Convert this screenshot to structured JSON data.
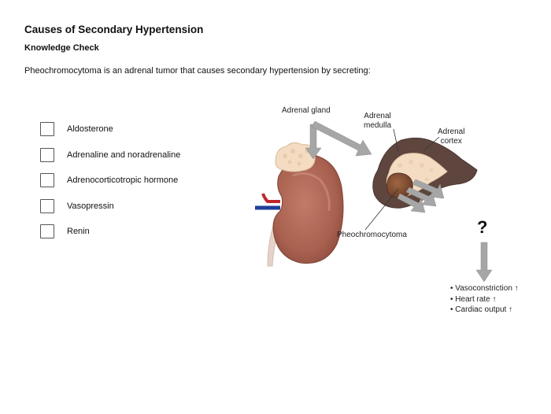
{
  "header": {
    "title": "Causes of Secondary Hypertension",
    "subtitle": "Knowledge Check"
  },
  "question": "Pheochromocytoma is an adrenal tumor that causes secondary hypertension by secreting:",
  "options": [
    {
      "label": "Aldosterone",
      "checked": false
    },
    {
      "label": "Adrenaline and noradrenaline",
      "checked": false
    },
    {
      "label": "Adrenocorticotropic hormone",
      "checked": false
    },
    {
      "label": "Vasopressin",
      "checked": false
    },
    {
      "label": "Renin",
      "checked": false
    }
  ],
  "figure": {
    "labels": {
      "adrenal_gland": "Adrenal gland",
      "adrenal_medulla": "Adrenal\nmedulla",
      "adrenal_cortex": "Adrenal\ncortex",
      "pheochromocytoma": "Pheochromocytoma"
    },
    "question_mark": "?",
    "effects": [
      "• Vasoconstriction ↑",
      "• Heart rate ↑",
      "• Cardiac output ↑"
    ],
    "colors": {
      "kidney": "#a8604f",
      "adrenal": "#f3dcc2",
      "cortex": "#5e463f",
      "tumor": "#7a4a32",
      "arrow": "#a6a6a6",
      "artery": "#c0262c",
      "vein": "#1f3f9a"
    }
  }
}
